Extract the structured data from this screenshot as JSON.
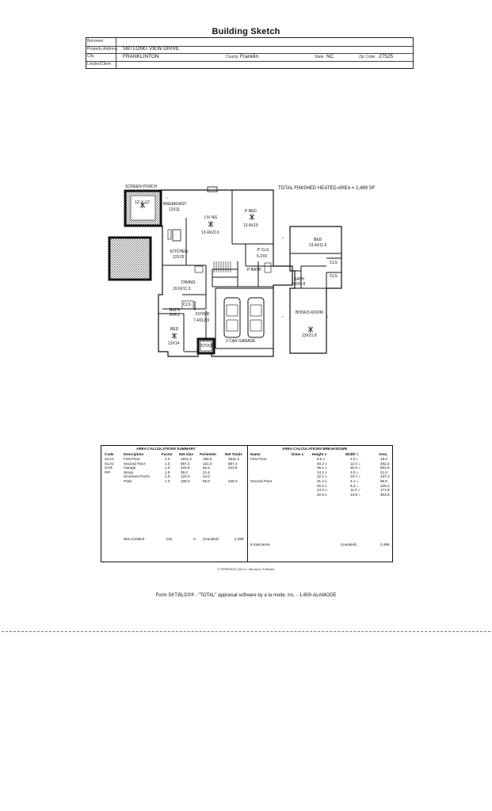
{
  "title": "Building Sketch",
  "header": {
    "borrower_label": "Borrower",
    "property_label": "Property Address",
    "property_value": "560 LONG VIEW DRIVE",
    "city_label": "City",
    "city_value": "FRANKLINTON",
    "county_label": "County",
    "county_value": "Franklin",
    "state_label": "State",
    "state_value": "NC",
    "zip_label": "Zip Code",
    "zip_value": "27525",
    "lender_label": "Lender/Client"
  },
  "sketch": {
    "total_area": "TOTAL FINISHED HEATED AREA = 2,499 SF",
    "screen_porch": "SCREEN PORCH",
    "porch_dim": "12' X 12'",
    "breakfast": "BREAKFAST",
    "breakfast_dim": "12X11",
    "living": "LIV NG",
    "living_dim": "13.4X22.6",
    "bed1": "P BED",
    "bed1_dim": "13.4X15",
    "kitchen": "KITCHEN",
    "kitchen_dim": "12X15",
    "pcls": "P CLS",
    "pcls_dim": "5.2X9",
    "pbath": "P BATH",
    "dining": "DINING",
    "dining_dim": "19.6X11.3",
    "cls": "CLS",
    "bath": "BATH",
    "bath_dim": "8X8.1",
    "foyer": "FOYER",
    "foyer_dim": "7.4X12.9",
    "bed2": "BED",
    "bed2_dim": "12X14",
    "garage": "2 CAR GARAGE",
    "bed3": "BED",
    "bed3_dim": "13.4X11.6",
    "cls2": "CLS",
    "cls3": "CLS",
    "bath2": "BATH",
    "bath2_dim": "8.4X5.8",
    "bonus": "BONUS ROOM",
    "bonus_dim": "13X21.8",
    "stoop": "STOOP"
  },
  "summary": {
    "title": "AREA CALCULATIONS SUMMARY",
    "headers": [
      "Code",
      "Description",
      "Factor",
      "Net Size",
      "Perimeter",
      "Net Totals"
    ],
    "rows": [
      [
        "GLA1",
        "First Floor",
        "1.0",
        "1811.3",
        "196.6",
        "1811.3"
      ],
      [
        "GLA2",
        "Second Floor",
        "1.0",
        "687.4",
        "131.0",
        "687.4"
      ],
      [
        "GAR",
        "Garage",
        "1.0",
        "433.8",
        "84.2",
        "433.8"
      ],
      [
        "P/P",
        "Stoop",
        "1.0",
        "29.0",
        "21.6",
        ""
      ],
      [
        "",
        "Screened Porch",
        "1.0",
        "120.0",
        "44.0",
        ""
      ],
      [
        "",
        "Patio",
        "1.0",
        "196.0",
        "56.0",
        "345.0"
      ]
    ],
    "net_livable_label": "Net LIVABLE",
    "net_livable_unit": "(rd)",
    "net_livable_count": "2",
    "net_livable_rounded": "(rounded)",
    "net_livable_total": "2,499"
  },
  "breakdown": {
    "title": "AREA CALCULATIONS BREAKDOWN",
    "headers": [
      "Name",
      "Dime x",
      "Height x",
      "Width =",
      "Area"
    ],
    "rows": [
      [
        "First Floor",
        "",
        "9.5 x",
        "2.0 =",
        "19.0"
      ],
      [
        "",
        "",
        "40.2 x",
        "12.0 =",
        "482.4"
      ],
      [
        "",
        "",
        "39.1 x",
        "20.5 =",
        "801.6"
      ],
      [
        "",
        "",
        "14.2 x",
        "2.0 =",
        "21.0"
      ],
      [
        "",
        "",
        "22.2 x",
        "19.7 =",
        "437.3"
      ],
      [
        "Second Floor",
        "",
        "21.2 x",
        "4.1 =",
        "86.9"
      ],
      [
        "",
        "",
        "20.2 x",
        "6.2 =",
        "125.2"
      ],
      [
        "",
        "",
        "14.2 x",
        "11.0 =",
        "171.8"
      ],
      [
        "",
        "",
        "22.8 x",
        "13.8 =",
        "303.6"
      ]
    ],
    "total_label": "9 total items",
    "rounded_label": "(rounded)",
    "total": "2,499"
  },
  "copyright": "© SFREMOD (N) Inc. title apex Software",
  "footer": "Form SKT.BLDS® - \"TOTAL\" appraisal software by a la mode, inc. - 1-800-ALAMODE"
}
